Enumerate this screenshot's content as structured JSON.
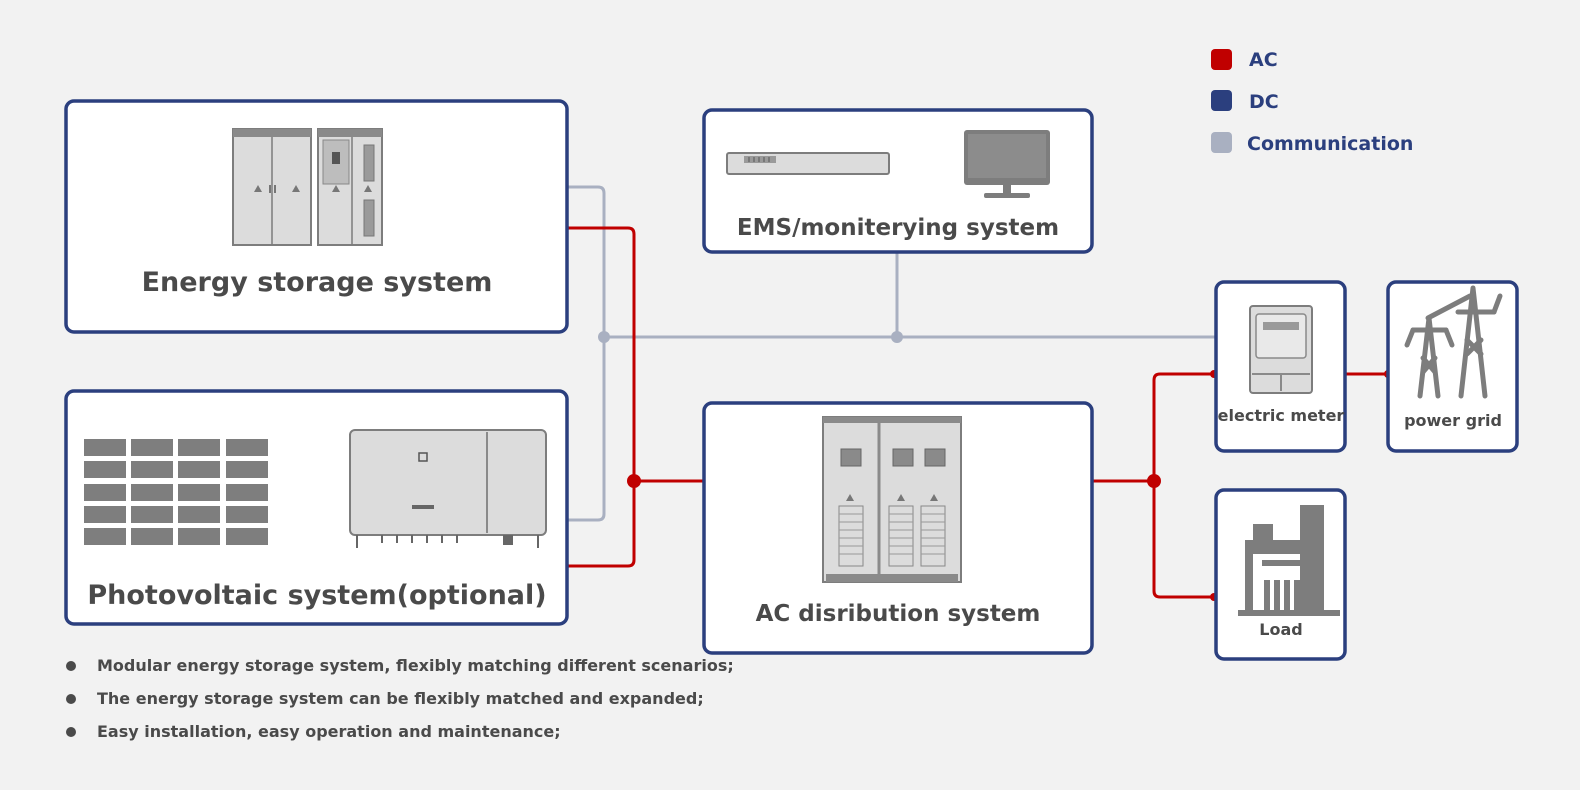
{
  "legend": {
    "items": [
      {
        "label": "AC",
        "color": "#c00000"
      },
      {
        "label": "DC",
        "color": "#2b3f7e"
      },
      {
        "label": "Communication",
        "color": "#a9b0c1"
      }
    ]
  },
  "boxes": {
    "energy_storage": {
      "label": "Energy storage system"
    },
    "photovoltaic": {
      "label": "Photovoltaic system(optional)"
    },
    "ems": {
      "label": "EMS/moniterying system"
    },
    "ac_distribution": {
      "label": "AC disribution system"
    },
    "electric_meter": {
      "label": "electric meter"
    },
    "power_grid": {
      "label": "power grid"
    },
    "load": {
      "label": "Load"
    }
  },
  "bullets": [
    "Modular energy storage system, flexibly matching different scenarios;",
    "The energy storage system can be flexibly matched and expanded;",
    "Easy installation, easy operation and maintenance;"
  ]
}
